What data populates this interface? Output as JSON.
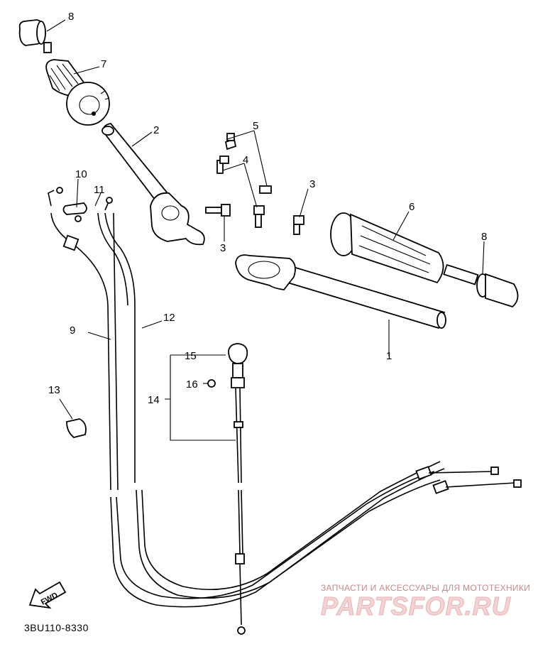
{
  "diagram": {
    "callouts": [
      "1",
      "2",
      "3",
      "3",
      "4",
      "5",
      "6",
      "7",
      "8",
      "8",
      "9",
      "10",
      "11",
      "12",
      "13",
      "14",
      "15",
      "16"
    ],
    "diagram_code": "3BU110-8330",
    "fwd_label": "FWD"
  },
  "watermark": {
    "tagline": "ЗАПЧАСТИ И АКСЕССУАРЫ ДЛЯ МОТОТЕХНИКИ",
    "brand": "PARTSFOR.RU"
  }
}
